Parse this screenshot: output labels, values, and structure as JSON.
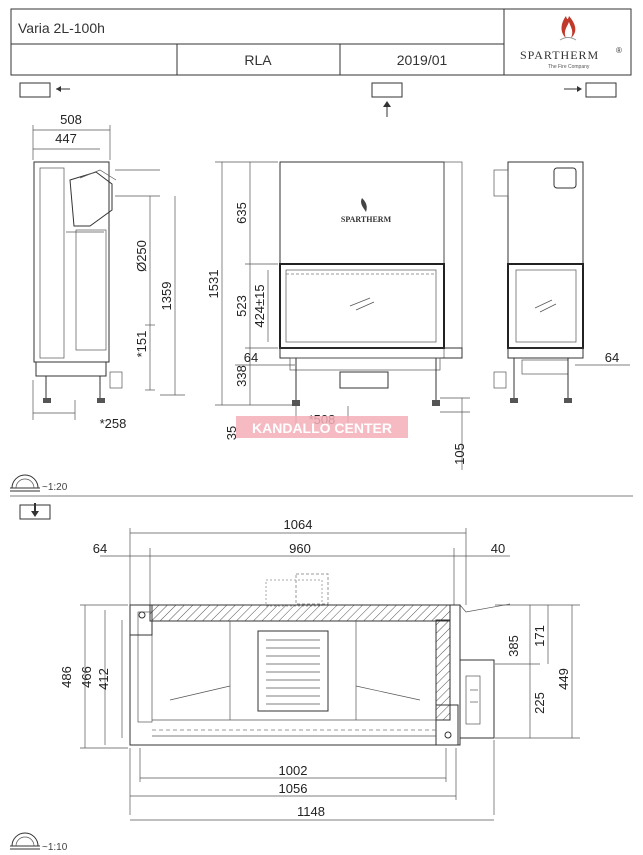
{
  "header": {
    "model": "Varia 2L-100h",
    "variant": "RLA",
    "date": "2019/01",
    "brand": "SPARTHERM",
    "brand_registered": "®",
    "brand_tagline": "The Fire Company"
  },
  "views": {
    "scale_top": "~1:20",
    "scale_bottom": "~1:10",
    "stove_logo": "SPARTHERM",
    "watermark": "KANDALLO CENTER"
  },
  "dimensions": {
    "side_left": [
      "508",
      "447",
      "635",
      "Ø250",
      "1359",
      "*151",
      "*258"
    ],
    "front": [
      "1531",
      "523",
      "424±15",
      "64",
      "338",
      "*508",
      "35",
      "105"
    ],
    "side_right": [
      "64"
    ],
    "plan": [
      "1064",
      "64",
      "960",
      "40",
      "486",
      "466",
      "412",
      "385",
      "171",
      "225",
      "449",
      "1002",
      "1056",
      "1148"
    ]
  },
  "icons": [
    "arrow-left-icon",
    "arrow-up-icon",
    "arrow-right-icon",
    "arrow-down-icon",
    "scale-icon"
  ]
}
